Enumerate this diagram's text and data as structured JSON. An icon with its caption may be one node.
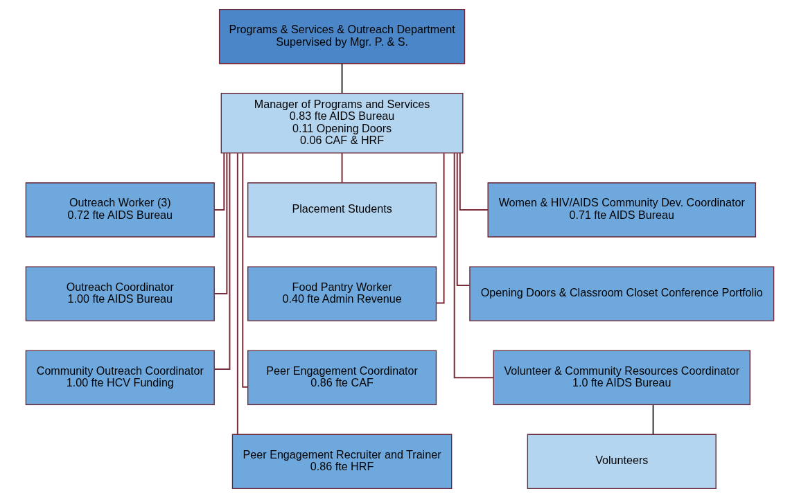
{
  "diagram": {
    "nodes": [
      {
        "text": [
          "Programs & Services & Outreach Department",
          "Supervised by Mgr. P. & S."
        ]
      },
      {
        "text": [
          "Manager of Programs and Services",
          "0.83 fte AIDS Bureau",
          "0.11 Opening Doors",
          "0.06 CAF & HRF"
        ]
      },
      {
        "text": [
          "Outreach Worker (3)",
          "0.72 fte AIDS Bureau"
        ]
      },
      {
        "text": [
          "Placement Students"
        ]
      },
      {
        "text": [
          "Women & HIV/AIDS Community Dev. Coordinator",
          "0.71 fte AIDS Bureau"
        ]
      },
      {
        "text": [
          "Outreach Coordinator",
          "1.00 fte AIDS Bureau"
        ]
      },
      {
        "text": [
          "Food Pantry Worker",
          "0.40 fte Admin Revenue"
        ]
      },
      {
        "text": [
          "Opening Doors & Classroom Closet Conference Portfolio"
        ]
      },
      {
        "text": [
          "Community Outreach Coordinator",
          "1.00 fte HCV Funding"
        ]
      },
      {
        "text": [
          "Peer Engagement Coordinator",
          "0.86 fte CAF"
        ]
      },
      {
        "text": [
          "Volunteer & Community Resources Coordinator",
          "1.0 fte AIDS Bureau"
        ]
      },
      {
        "text": [
          "Peer Engagement Recruiter and Trainer",
          "0.86 fte HRF"
        ]
      },
      {
        "text": [
          "Volunteers"
        ]
      }
    ],
    "edges": [
      {
        "from": 0,
        "to": 1,
        "arrow": "none",
        "color": "#333333"
      },
      {
        "from": 1,
        "to": 2,
        "arrow": "none"
      },
      {
        "from": 1,
        "to": 5,
        "arrow": "none"
      },
      {
        "from": 1,
        "to": 8,
        "arrow": "none"
      },
      {
        "from": 1,
        "to": 3,
        "arrow": "none"
      },
      {
        "from": 1,
        "to": 4,
        "arrow": "none"
      },
      {
        "from": 1,
        "to": 6,
        "arrow": "none"
      },
      {
        "from": 1,
        "to": 7,
        "arrow": "none"
      },
      {
        "from": 1,
        "to": 9,
        "arrow": "none"
      },
      {
        "from": 1,
        "to": 10,
        "arrow": "none"
      },
      {
        "from": 1,
        "to": 11,
        "arrow": "none"
      },
      {
        "from": 10,
        "to": 12,
        "arrow": "none",
        "color": "#333333"
      }
    ]
  }
}
